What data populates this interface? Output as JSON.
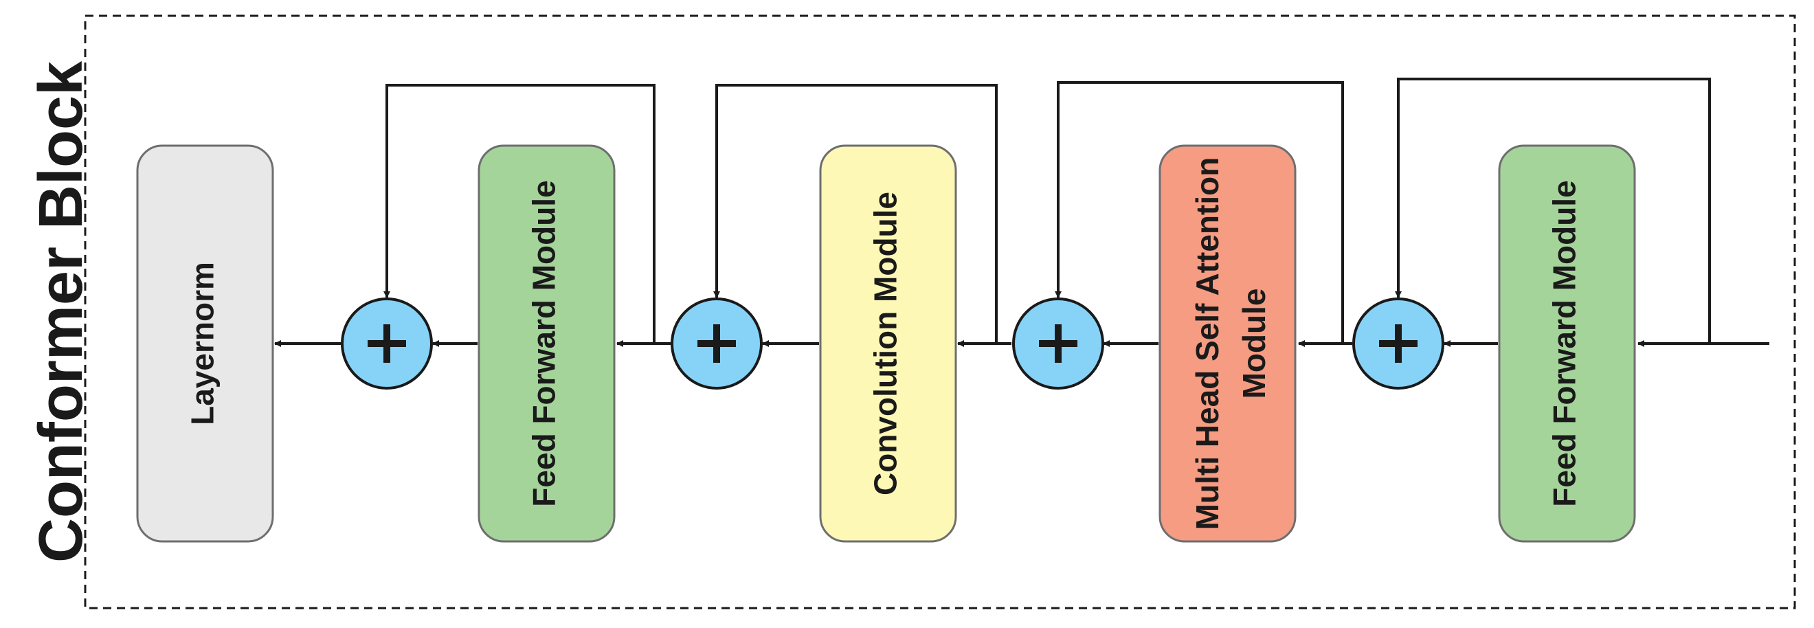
{
  "title": "Conformer Block",
  "modules": [
    {
      "label": "Layernorm",
      "color": "#e8e8e8"
    },
    {
      "label": "Feed Forward Module",
      "color": "#a5d49b"
    },
    {
      "label": "Convolution Module",
      "color": "#fdf8b6"
    },
    {
      "label_line1": "Multi Head Self Attention",
      "label_line2": "Module",
      "color": "#f59c82"
    },
    {
      "label": "Feed Forward Module",
      "color": "#a5d49b"
    }
  ],
  "adder_symbol": "+",
  "adder_color": "#87d3f8"
}
